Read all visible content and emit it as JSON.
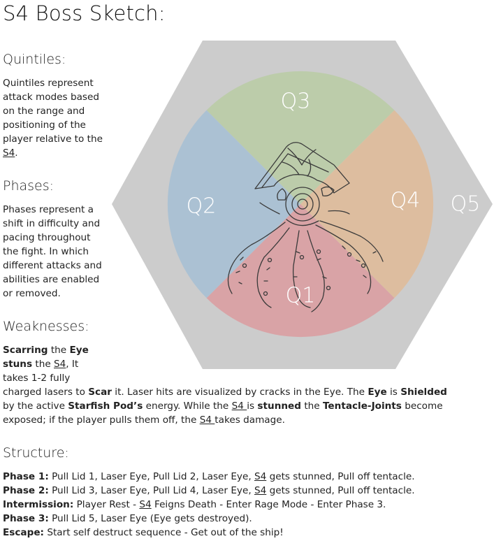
{
  "title": "S4 Boss Sketch:",
  "quintiles": {
    "heading": "Quintiles:",
    "lines": [
      "Quintiles represent",
      "attack modes based",
      "on the range and",
      "positioning of the",
      "player relative to the"
    ],
    "last_link": "S4",
    "last_tail": "."
  },
  "phases": {
    "heading": "Phases:",
    "lines": [
      "Phases represent a",
      "shift in difficulty and",
      "pacing throughout",
      "the fight. In which",
      "different attacks and",
      "abilities are enabled",
      "or removed."
    ]
  },
  "weaknesses": {
    "heading": "Weaknesses:",
    "l1_b1": "Scarring",
    "l1_t1": " the ",
    "l1_b2": "Eye",
    "l2_b1": "stuns",
    "l2_t1": " the ",
    "l2_link": "S4",
    "l2_t2": ", It",
    "l3": "takes 1-2 fully",
    "l4_t1": "charged lasers to ",
    "l4_b1": "Scar",
    "l4_t2": " it. Laser hits are visualized by cracks in the Eye. The ",
    "l4_b2": "Eye",
    "l4_t3": " is ",
    "l4_b3": "Shielded",
    "l5_t1": "by the active ",
    "l5_b1": "Starfish Pod’s",
    "l5_t2": " energy. While the ",
    "l5_link": "S4 ",
    "l5_t3": "is ",
    "l5_b2": "stunned",
    "l5_t4": " the ",
    "l5_b3": "Tentacle-Joints",
    "l5_t5": " become",
    "l6_t1": "exposed; if the player pulls them off, the ",
    "l6_link": "S4 ",
    "l6_t2": "takes damage."
  },
  "structure": {
    "heading": "Structure:",
    "rows": [
      {
        "label": "Phase 1:",
        "a": " Pull Lid 1, Laser Eye, Pull Lid 2, Laser Eye, ",
        "link": "S4",
        "b": " gets stunned, Pull off tentacle."
      },
      {
        "label": "Phase 2:",
        "a": " Pull Lid 3, Laser Eye, Pull Lid 4, Laser Eye, ",
        "link": "S4",
        "b": " gets stunned, Pull off tentacle."
      },
      {
        "label": "Intermission:",
        "a": " Player Rest - ",
        "link": "S4",
        "b": " Feigns Death - Enter Rage Mode - Enter Phase 3."
      },
      {
        "label": "Phase 3:",
        "a": " Pull Lid 5, Laser Eye (Eye gets destroyed).",
        "link": "",
        "b": ""
      },
      {
        "label": "Escape:",
        "a": " Start self destruct sequence - Get out of the ship!",
        "link": "",
        "b": ""
      }
    ]
  },
  "diagram": {
    "labels": {
      "q1": "Q1",
      "q2": "Q2",
      "q3": "Q3",
      "q4": "Q4",
      "q5": "Q5"
    },
    "colors": {
      "hex": "#cccccc",
      "q1": "#d9a3a6",
      "q2": "#abc1d3",
      "q3": "#bcccaa",
      "q4": "#ddbd9f",
      "sketch": "#3a3a3a"
    }
  }
}
